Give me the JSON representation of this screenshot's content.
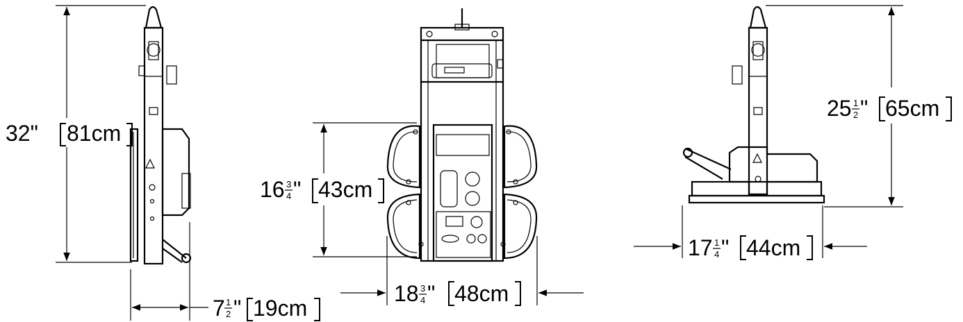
{
  "views": {
    "side_left": {
      "name": "side-view"
    },
    "front": {
      "name": "front-view"
    },
    "side_right": {
      "name": "side-view-lowered"
    }
  },
  "dimensions": {
    "height_total": {
      "imperial": "32\"",
      "metric": "81cm"
    },
    "depth": {
      "whole": "7",
      "num": "1",
      "den": "2",
      "unit": "\"",
      "metric": "19cm"
    },
    "pad_height": {
      "whole": "16",
      "num": "3",
      "den": "4",
      "unit": "\"",
      "metric": "43cm"
    },
    "width": {
      "whole": "18",
      "num": "3",
      "den": "4",
      "unit": "\"",
      "metric": "48cm"
    },
    "height_lowered": {
      "whole": "25",
      "num": "1",
      "den": "2",
      "unit": "\"",
      "metric": "65cm"
    },
    "length_lowered": {
      "whole": "17",
      "num": "1",
      "den": "4",
      "unit": "\"",
      "metric": "44cm"
    }
  }
}
